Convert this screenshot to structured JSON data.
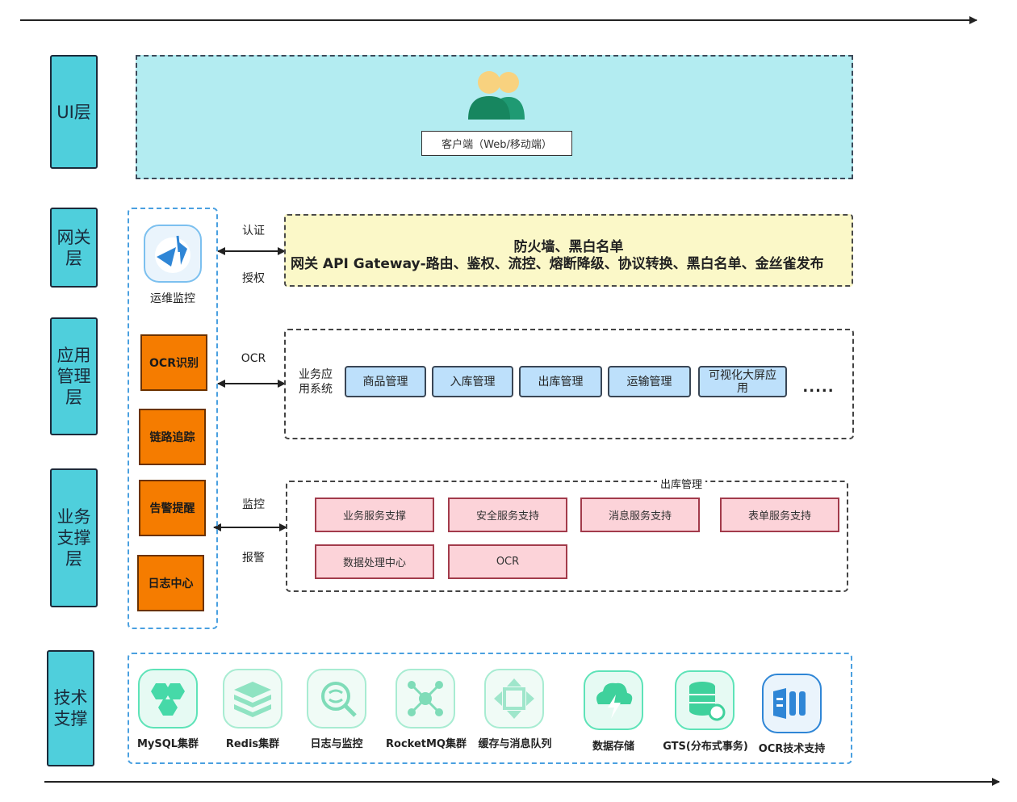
{
  "layers": [
    {
      "label": "UI层"
    },
    {
      "label": "网关层"
    },
    {
      "label": "应用管理层"
    },
    {
      "label": "业务支撑层"
    },
    {
      "label": "技术支撑"
    }
  ],
  "ui_layer": {
    "client_label": "客户端（Web/移动端）"
  },
  "ops": {
    "monitor_label": "运维监控",
    "boxes": [
      "OCR识别",
      "链路追踪",
      "告警提醒",
      "日志中心"
    ]
  },
  "connectors": {
    "gateway_top": "认证",
    "gateway_bottom": "授权",
    "app": "OCR",
    "support_top": "监控",
    "support_bottom": "报警"
  },
  "gateway": {
    "line1": "防火墙、黑白名单",
    "line2": "网关  API Gateway-路由、鉴权、流控、熔断降级、协议转换、黑白名单、金丝雀发布"
  },
  "app_layer": {
    "system_label": "业务应用系统",
    "modules": [
      "商品管理",
      "入库管理",
      "出库管理",
      "运输管理",
      "可视化大屏应用"
    ],
    "more": "....."
  },
  "support_layer": {
    "caption": "出库管理",
    "services": [
      "业务服务支撑",
      "安全服务支持",
      "消息服务支持",
      "表单服务支持",
      "数据处理中心",
      "OCR"
    ]
  },
  "tech_layer": {
    "items": [
      {
        "label": "MySQL集群",
        "icon": "mysql-cluster-icon"
      },
      {
        "label": "Redis集群",
        "icon": "redis-cluster-icon"
      },
      {
        "label": "日志与监控",
        "icon": "log-monitor-icon"
      },
      {
        "label": "RocketMQ集群",
        "icon": "rocketmq-icon"
      },
      {
        "label": "缓存与消息队列",
        "icon": "cache-queue-icon"
      },
      {
        "label": "数据存储",
        "icon": "data-storage-icon"
      },
      {
        "label": "GTS(分布式事务)",
        "icon": "gts-icon"
      },
      {
        "label": "OCR技术支持",
        "icon": "ocr-support-icon"
      }
    ]
  },
  "colors": {
    "layer_label": "#4fcfdc",
    "ui_panel": "#b3ecf1",
    "gateway_panel": "#fbf8c8",
    "ops_box": "#f57c00",
    "app_module": "#bde0fb",
    "service_box": "#fcd3d9",
    "tech_icon_green": "#5ee3b8",
    "tech_icon_blue": "#2f86d6"
  }
}
